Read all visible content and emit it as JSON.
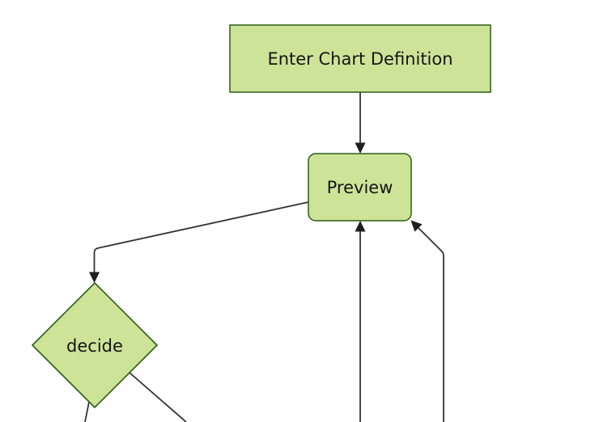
{
  "diagram": {
    "type": "flowchart",
    "direction": "top-down",
    "theme": {
      "background": "#ffffff",
      "node_fill": "#cde498",
      "node_stroke": "#2b5d13",
      "edge_stroke": "#333333",
      "arrow_fill": "#1f1f1f",
      "text_color": "#151515"
    },
    "nodes": [
      {
        "id": "enter-chart-definition",
        "label": "Enter Chart Definition",
        "shape": "rectangle"
      },
      {
        "id": "preview",
        "label": "Preview",
        "shape": "rounded-rectangle"
      },
      {
        "id": "decide",
        "label": "decide",
        "shape": "diamond"
      }
    ],
    "edges": [
      {
        "from": "enter-chart-definition",
        "to": "preview",
        "arrowhead": true
      },
      {
        "from": "preview",
        "to": "decide",
        "arrowhead": true
      },
      {
        "from": "offscreen-bottom-1",
        "to": "preview",
        "arrowhead": true
      },
      {
        "from": "offscreen-bottom-2",
        "to": "preview",
        "arrowhead": true
      },
      {
        "from": "decide",
        "to": "offscreen-bottom-left",
        "arrowhead": false
      },
      {
        "from": "decide",
        "to": "offscreen-bottom-right",
        "arrowhead": false
      }
    ]
  }
}
